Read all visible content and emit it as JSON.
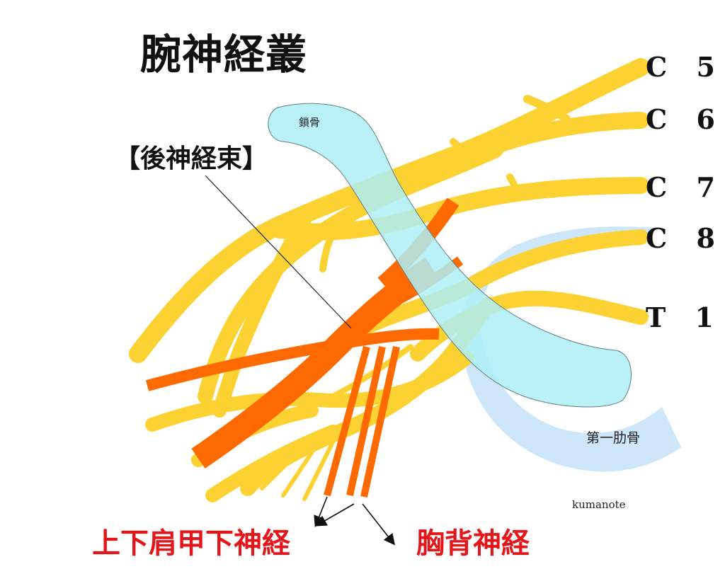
{
  "title": "腕神経叢",
  "roots": [
    "C 5",
    "C 6",
    "C 7",
    "C 8",
    "T 1"
  ],
  "posterior_cord_label": "【後神経束】",
  "clavicle_label": "鎖骨",
  "first_rib_label": "第一肋骨",
  "credit": "kumanote",
  "nerve_labels": {
    "subscapular": "上下肩甲下神経",
    "thoracodorsal": "胸背神経"
  },
  "colors": {
    "plexus": "#FCD232",
    "posterior_cord": "#FF6A00",
    "clavicle": "#ADEFF4",
    "first_rib": "#C9E3FA",
    "label_red": "#E4161A",
    "text": "#111111"
  }
}
